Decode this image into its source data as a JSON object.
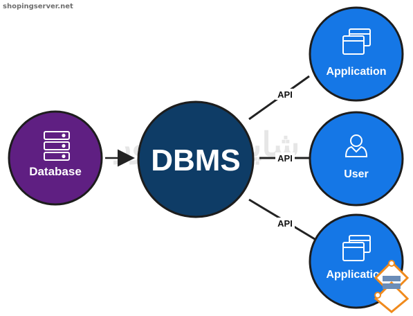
{
  "watermark": {
    "url": "shopingserver.net",
    "logo_text": "شاپینگ سرور"
  },
  "colors": {
    "database": "#5f1f82",
    "dbms": "#0e3c66",
    "client": "#1577e6",
    "connector": "#222222",
    "logo_orange": "#f08a1c"
  },
  "nodes": {
    "database": {
      "label": "Database",
      "icon": "server-stack-icon"
    },
    "dbms": {
      "label": "DBMS"
    },
    "application_top": {
      "label": "Application",
      "icon": "windows-icon"
    },
    "user": {
      "label": "User",
      "icon": "user-icon"
    },
    "application_bottom": {
      "label": "Application",
      "icon": "windows-icon"
    }
  },
  "edges": {
    "api_top": "API",
    "api_middle": "API",
    "api_bottom": "API"
  }
}
